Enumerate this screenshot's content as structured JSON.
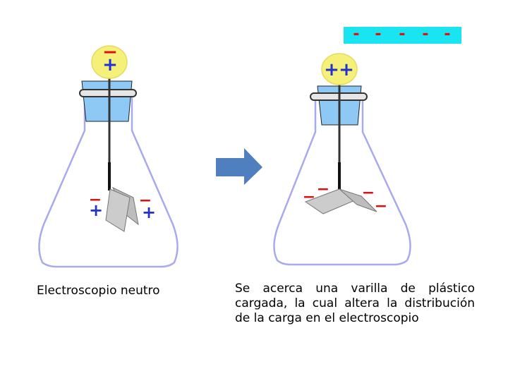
{
  "colors": {
    "flask_outline": "#a9a9ee",
    "stopper": "#8ec9f5",
    "knob": "#f5f07a",
    "positive": "#2233cc",
    "negative": "#dd1111",
    "leaf": "#cccccc",
    "arrow": "#4f7fbf",
    "rod": "#19e4f1"
  },
  "left_apparatus": {
    "knob_charges": [
      "−",
      "+"
    ],
    "leaf_charges": [
      "−",
      "+",
      "−",
      "+"
    ],
    "caption": "Electroscopio neutro"
  },
  "right_apparatus": {
    "rod_charges": [
      "-",
      "-",
      "-",
      "-",
      "-"
    ],
    "knob_charges": [
      "+",
      "+"
    ],
    "leaf_charges": [
      "−",
      "−",
      "−",
      "−"
    ],
    "caption_lines": [
      "Se acerca una varilla de plástico",
      "cargada, la cual altera la distribución",
      "de la carga en el electroscopio"
    ]
  }
}
